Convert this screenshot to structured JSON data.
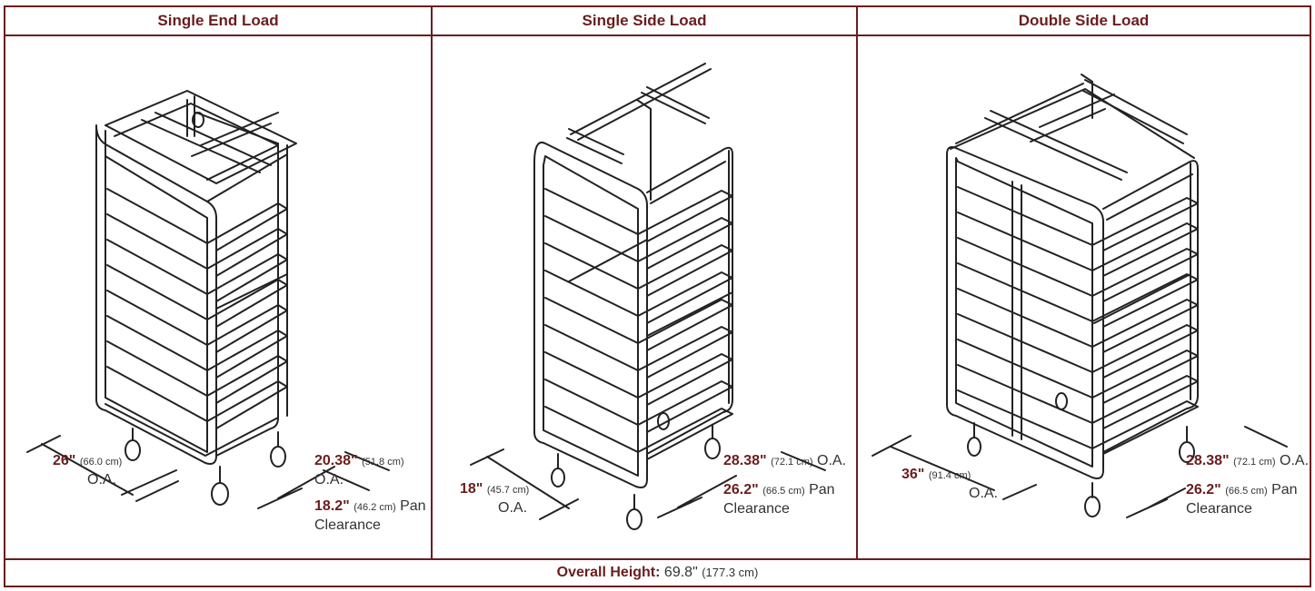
{
  "headers": [
    "Single End Load",
    "Single Side Load",
    "Double Side Load"
  ],
  "panels": [
    {
      "width": {
        "value": "26\"",
        "metric": "(66.0 cm)",
        "note": "O.A."
      },
      "depth": {
        "value": "20.38\"",
        "metric": "(51.8 cm)",
        "note": "O.A."
      },
      "pan": {
        "value": "18.2\"",
        "metric": "(46.2 cm)",
        "note1": "Pan",
        "note2": "Clearance"
      }
    },
    {
      "width": {
        "value": "18\"",
        "metric": "(45.7 cm)",
        "note": "O.A."
      },
      "depth": {
        "value": "28.38\"",
        "metric": "(72.1 cm)",
        "note": "O.A."
      },
      "pan": {
        "value": "26.2\"",
        "metric": "(66.5 cm)",
        "note1": "Pan",
        "note2": "Clearance"
      }
    },
    {
      "width": {
        "value": "36\"",
        "metric": "(91.4 cm)",
        "note": "O.A."
      },
      "depth": {
        "value": "28.38\"",
        "metric": "(72.1 cm)",
        "note": "O.A."
      },
      "pan": {
        "value": "26.2\"",
        "metric": "(66.5 cm)",
        "note1": "Pan",
        "note2": "Clearance"
      }
    }
  ],
  "footer": {
    "label": "Overall Height:",
    "value": "69.8\"",
    "metric": "(177.3 cm)"
  }
}
